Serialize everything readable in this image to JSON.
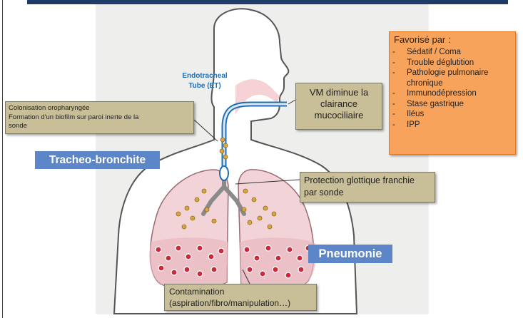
{
  "ett_label": [
    "Endotracheal",
    "Tube (ET)"
  ],
  "callouts": {
    "colonisation": [
      "Colonisation oropharyngée",
      "Formation d'un biofilm sur paroi inerte de la",
      "sonde"
    ],
    "vm": [
      "VM diminue la",
      "clairance",
      "mucociliaire"
    ],
    "protection": [
      "Protection glottique franchie",
      "par sonde"
    ],
    "contamination": [
      "Contamination",
      "(aspiration/fibro/manipulation…)"
    ]
  },
  "tags": {
    "tracheo": "Tracheo-bronchite",
    "pneumonie": "Pneumonie"
  },
  "favorise": {
    "title": "Favorisé par :",
    "items": [
      "Sédatif / Coma",
      "Trouble déglutition",
      "Pathologie pulmonaire chronique",
      "Immunodépression",
      "Stase gastrique",
      "Iléus",
      "IPP"
    ]
  },
  "colors": {
    "callout_bg": "#c8bf98",
    "tag_bg": "#5d86c8",
    "favorise_bg": "#f7a35c",
    "tube": "#1e6fb8",
    "lung": "#f2d4d8",
    "infection": "#cc2a3a",
    "bacteria": "#d9a640"
  }
}
